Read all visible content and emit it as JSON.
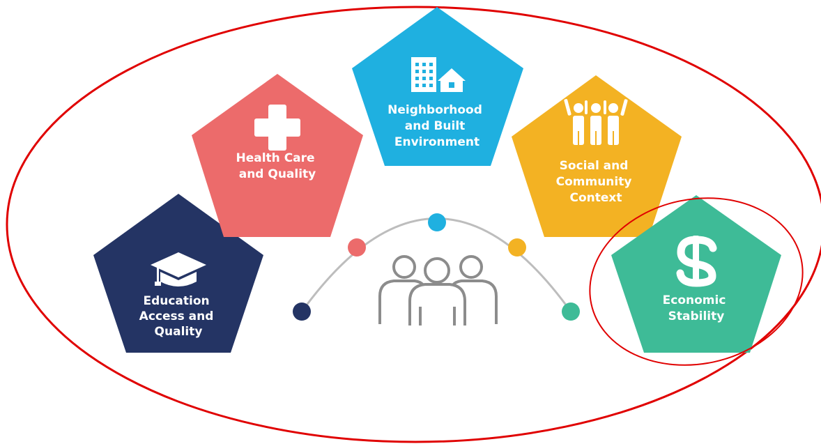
{
  "diagram": {
    "pentagons": [
      {
        "id": "education",
        "icon": "graduation-cap-icon",
        "color": "#243464",
        "label_lines": [
          "Education",
          "Access and",
          "Quality"
        ]
      },
      {
        "id": "health",
        "icon": "medical-cross-icon",
        "color": "#EC6B6B",
        "label_lines": [
          "Health Care",
          "and Quality"
        ]
      },
      {
        "id": "neighborhood",
        "icon": "building-house-icon",
        "color": "#1FB0E0",
        "label_lines": [
          "Neighborhood",
          "and Built",
          "Environment"
        ]
      },
      {
        "id": "social",
        "icon": "community-people-icon",
        "color": "#F3B223",
        "label_lines": [
          "Social and",
          "Community",
          "Context"
        ]
      },
      {
        "id": "economic",
        "icon": "dollar-sign-icon",
        "color": "#3EBB97",
        "label_lines": [
          "Economic",
          "Stability"
        ]
      }
    ],
    "center_icon": "group-of-people-icon",
    "arc_color": "#BDBDBD",
    "people_color": "#8C8C8C",
    "annotation_color": "#E00000"
  }
}
